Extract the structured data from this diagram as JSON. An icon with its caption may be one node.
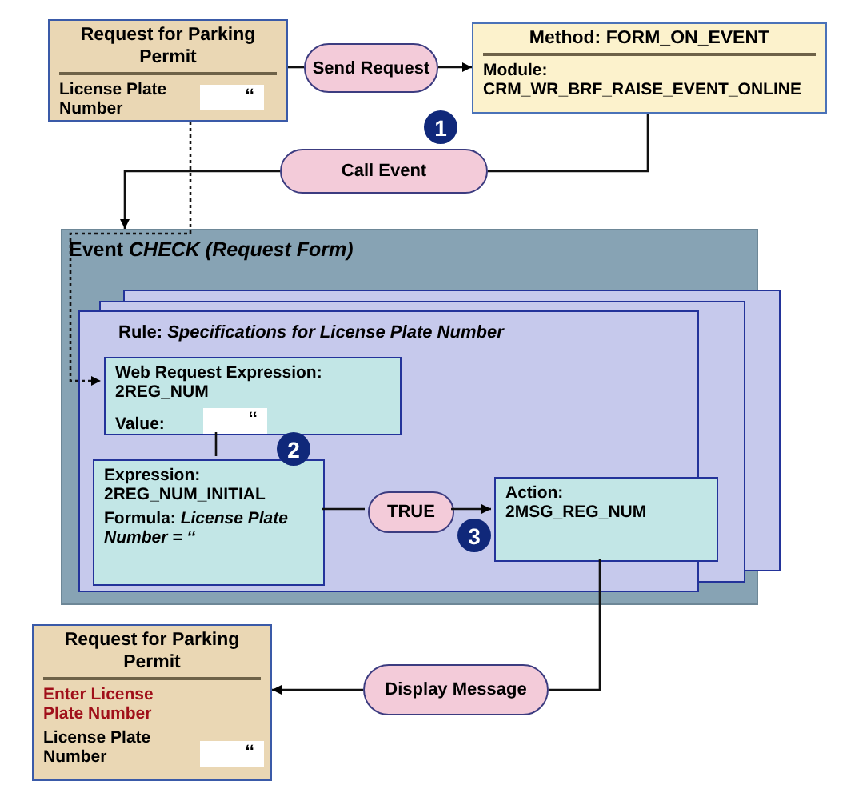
{
  "diagram": {
    "nodes": [
      {
        "text": [
          "Request for Parking Permit",
          "License Plate Number",
          "‘‘"
        ]
      },
      {
        "text": [
          "Send Request"
        ]
      },
      {
        "text": [
          "Method: FORM_ON_EVENT",
          "Module: CRM_WR_BRF_RAISE_EVENT_ONLINE"
        ]
      },
      {
        "text": [
          "Call Event"
        ]
      },
      {
        "text": [
          "Event *CHECK (Request Form)*"
        ]
      },
      {
        "text": [
          "Rule: *Specifications for License Plate Number*"
        ],
        "in": 4
      },
      {
        "text": [
          "Web Request Expression: 2REG_NUM",
          "Value:",
          "‘‘"
        ],
        "in": 5
      },
      {
        "text": [
          "Expression: 2REG_NUM_INITIAL",
          "Formula: *License Plate Number = ‘‘*"
        ],
        "in": 5
      },
      {
        "text": [
          "TRUE"
        ],
        "in": 5
      },
      {
        "text": [
          "Action: 2MSG_REG_NUM"
        ],
        "in": 5
      },
      {
        "text": [
          "Display Message"
        ]
      },
      {
        "text": [
          "Request for Parking Permit",
          "Enter License Plate Number",
          "License Plate Number",
          "‘‘"
        ]
      }
    ],
    "edges": [
      {
        "from": 0,
        "to": 1,
        "arrow": "none"
      },
      {
        "from": 1,
        "to": 2,
        "arrow": "to"
      },
      {
        "from": 2,
        "to": 3,
        "arrow": "none"
      },
      {
        "from": 3,
        "to": 4,
        "arrow": "to"
      },
      {
        "from": 0,
        "to": 6,
        "arrow": "to",
        "style": "dashed"
      },
      {
        "from": 6,
        "to": 7,
        "arrow": "none"
      },
      {
        "from": 7,
        "to": 8,
        "arrow": "none"
      },
      {
        "from": 8,
        "to": 9,
        "arrow": "to"
      },
      {
        "from": 9,
        "to": 10,
        "arrow": "none"
      },
      {
        "from": 10,
        "to": 11,
        "arrow": "to"
      }
    ],
    "labels": [
      "1",
      "2",
      "3"
    ]
  }
}
